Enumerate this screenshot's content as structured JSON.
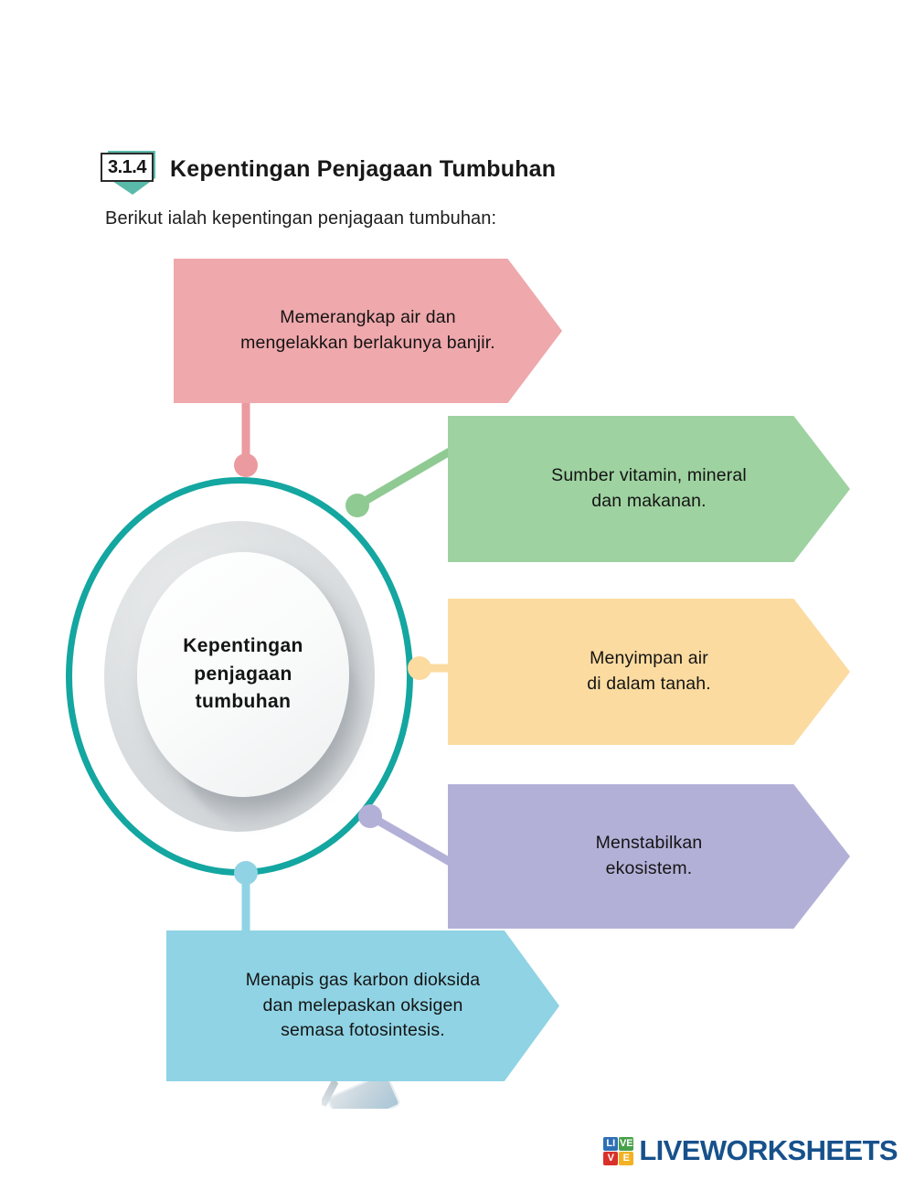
{
  "header": {
    "badge": "3.1.4",
    "title": "Kepentingan Penjagaan Tumbuhan",
    "intro": "Berikut ialah kepentingan penjagaan tumbuhan:"
  },
  "hub": {
    "label": "Kepentingan\npenjagaan\ntumbuhan",
    "ring_color": "#14a6a0"
  },
  "callouts": [
    {
      "id": "pink",
      "text": "Memerangkap air dan\nmengelakkan berlakunya banjir.",
      "color": "#efa8ac"
    },
    {
      "id": "green",
      "text": "Sumber vitamin, mineral\ndan makanan.",
      "color": "#9ed2a0"
    },
    {
      "id": "yellow",
      "text": "Menyimpan air\ndi dalam tanah.",
      "color": "#fbdba0"
    },
    {
      "id": "purple",
      "text": "Menstabilkan\nekosistem.",
      "color": "#b3b0d8"
    },
    {
      "id": "blue",
      "text": "Menapis gas karbon dioksida\ndan melepaskan oksigen\nsemasa fotosintesis.",
      "color": "#8fd3e4"
    }
  ],
  "footer": {
    "logo_letters": [
      "LI",
      "VE",
      "V",
      "E"
    ],
    "logo_cells": [
      "LI",
      "VE",
      "V",
      "E"
    ],
    "logo_l": "LI",
    "logo_i": "VE",
    "logo_v": "V",
    "logo_e": "E",
    "wordmark": "LIVEWORKSHEETS"
  }
}
